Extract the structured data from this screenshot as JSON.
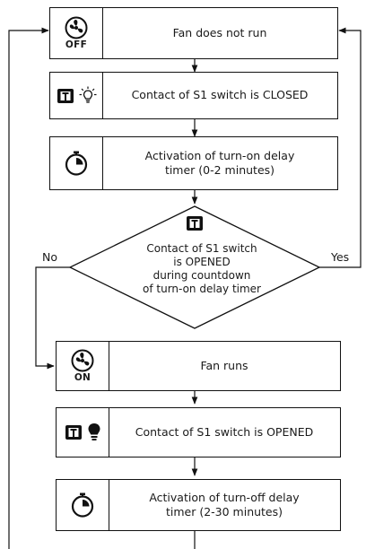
{
  "steps": {
    "s1": {
      "text": "Fan does not run",
      "icon": "fan-icon",
      "caption": "OFF"
    },
    "s2": {
      "text": "Contact of S1 switch is CLOSED",
      "icon": "switch-closed-icon"
    },
    "s3": {
      "text": "Activation of turn-on delay timer (0-2 minutes)",
      "icon": "timer-icon"
    },
    "s5": {
      "text": "Fan runs",
      "icon": "fan-icon",
      "caption": "ON"
    },
    "s6": {
      "text": "Contact of S1 switch  is OPENED",
      "icon": "switch-open-icon"
    },
    "s7": {
      "text": "Activation of turn-off delay timer (2-30 minutes)",
      "icon": "timer-icon"
    }
  },
  "decision": {
    "line1": "Contact of S1 switch",
    "line2": "is OPENED",
    "line3": "during countdown",
    "line4": "of turn-on delay timer",
    "icon": "switch-icon",
    "no_label": "No",
    "yes_label": "Yes"
  }
}
